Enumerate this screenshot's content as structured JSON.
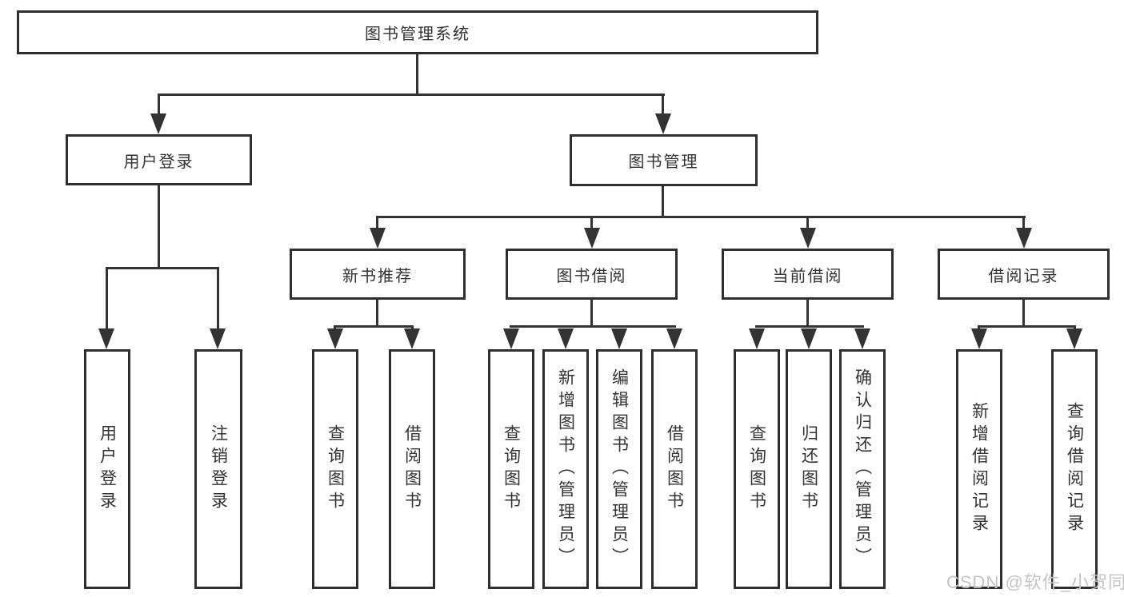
{
  "diagram": {
    "title": "图书管理系统",
    "level2": [
      {
        "label": "用户登录"
      },
      {
        "label": "图书管理"
      }
    ],
    "level3": [
      {
        "label": "新书推荐"
      },
      {
        "label": "图书借阅"
      },
      {
        "label": "当前借阅"
      },
      {
        "label": "借阅记录"
      }
    ],
    "leaves": [
      {
        "label": "用户登录"
      },
      {
        "label": "注销登录"
      },
      {
        "label": "查询图书"
      },
      {
        "label": "借阅图书"
      },
      {
        "label": "查询图书"
      },
      {
        "label": "新增图书（管理员）"
      },
      {
        "label": "编辑图书（管理员）"
      },
      {
        "label": "借阅图书"
      },
      {
        "label": "查询图书"
      },
      {
        "label": "归还图书"
      },
      {
        "label": "确认归还（管理员）"
      },
      {
        "label": "新增借阅记录"
      },
      {
        "label": "查询借阅记录"
      }
    ]
  },
  "watermark": {
    "text": "CSDN @软件_小贺同学"
  },
  "colors": {
    "line": "#333333",
    "border": "#2e2e2e",
    "text": "#333333",
    "background": "#ffffff",
    "watermark": "#c4c4c4"
  }
}
